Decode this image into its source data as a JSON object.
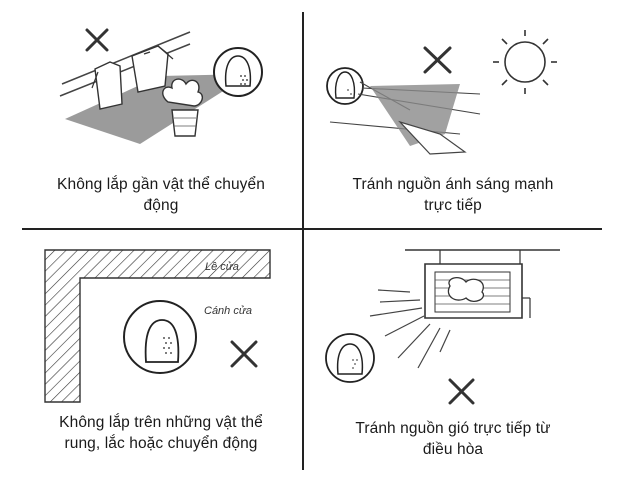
{
  "panels": [
    {
      "caption_lines": [
        "Không lắp gần vật thể chuyển",
        "động"
      ]
    },
    {
      "caption_lines": [
        "Tránh nguồn ánh sáng mạnh",
        "trực tiếp"
      ]
    },
    {
      "caption_lines": [
        "Không lắp trên những vật thể",
        "rung, lắc hoặc chuyển động"
      ],
      "labels": {
        "door_frame": "Lề cửa",
        "door_wing": "Cánh cửa"
      }
    },
    {
      "caption_lines": [
        "Tránh nguồn gió trực tiếp từ",
        "điều hòa"
      ]
    }
  ],
  "icons": [
    "cross-mark-icon",
    "motion-sensor-icon",
    "sun-icon",
    "air-conditioner-icon",
    "clothesline-icon",
    "plant-pot-icon",
    "door-frame-icon",
    "wind-icon"
  ],
  "colors": {
    "line": "#222222",
    "background": "#ffffff",
    "shade": "#8a8a8a"
  }
}
